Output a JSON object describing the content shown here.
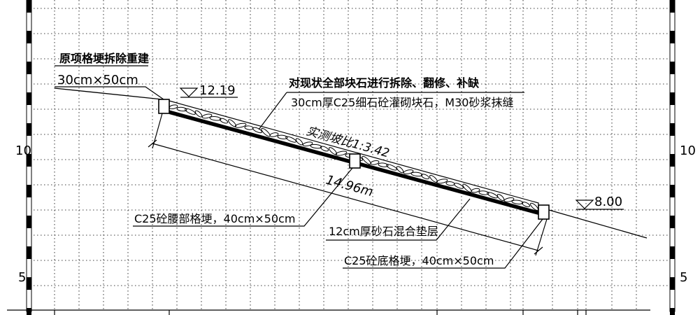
{
  "scale": {
    "left_labels": [
      "10",
      "5"
    ],
    "right_labels": [
      "10",
      "5"
    ]
  },
  "elevations": {
    "top": "12.19",
    "bottom": "8.00"
  },
  "slope": {
    "ratio_label": "实测坡比1:3.42",
    "length_label": "14.96m"
  },
  "annotations": {
    "top_beam_title": "原项格埂拆除重建",
    "top_beam_size": "30cm×50cm",
    "stone_treatment": "对现状全部块石进行拆除、翻修、补缺",
    "stone_detail": "30cm厚C25细石砼灌砌块石，M30砂浆抹缝",
    "waist_beam": "C25砼腰部格埂，40cm×50cm",
    "cushion": "12cm厚砂石混合垫层",
    "bottom_beam": "C25砼底格埂，40cm×50cm"
  }
}
